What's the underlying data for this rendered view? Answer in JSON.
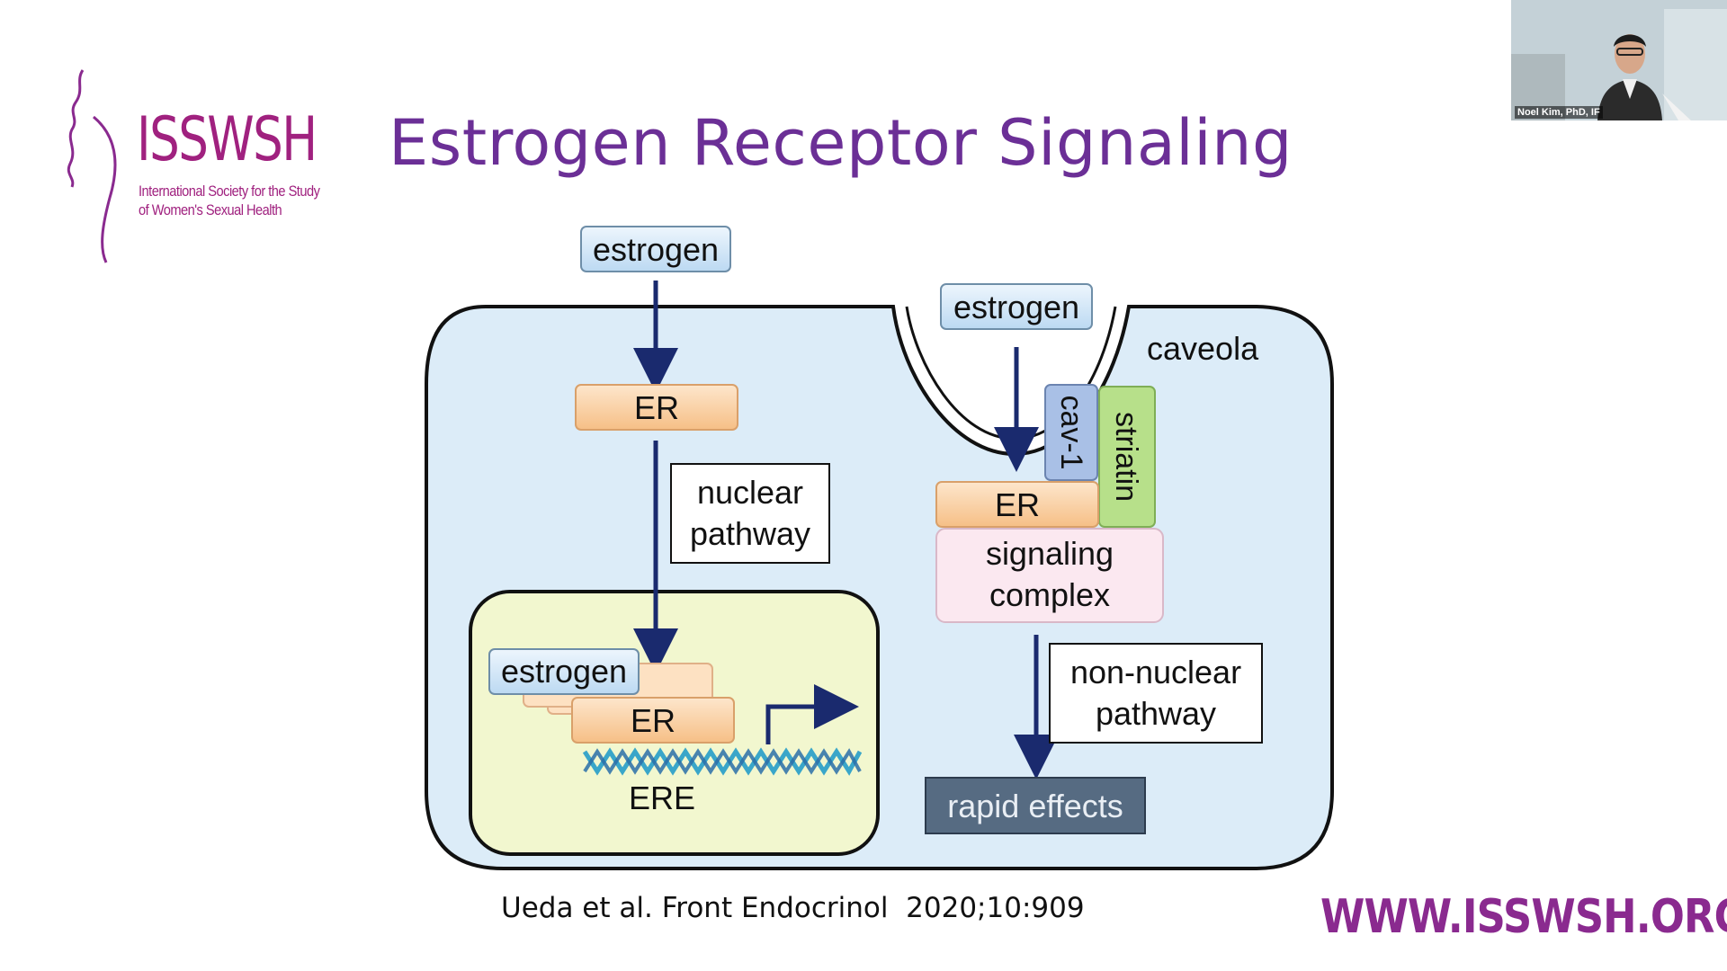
{
  "slide": {
    "title": "Estrogen Receptor Signaling",
    "citation": "Ueda et al. Front Endocrinol  2020;10:909",
    "website": "WWW.ISSWSH.ORG"
  },
  "logo": {
    "name": "ISSWSH",
    "subtitle_line1": "International Society for the Study",
    "subtitle_line2": "of Women's Sexual Health"
  },
  "webcam": {
    "participant": "Noel Kim, PhD, IF"
  },
  "diagram": {
    "nuclear": {
      "estrogen_top": "estrogen",
      "er_top": "ER",
      "pathway_line1": "nuclear",
      "pathway_line2": "pathway",
      "estrogen_nucleus": "estrogen",
      "er_nucleus": "ER",
      "ere": "ERE"
    },
    "non_nuclear": {
      "estrogen": "estrogen",
      "caveola": "caveola",
      "cav1": "cav-1",
      "striatin": "striatin",
      "er": "ER",
      "complex_line1": "signaling",
      "complex_line2": "complex",
      "pathway_line1": "non-nuclear",
      "pathway_line2": "pathway",
      "rapid_effects": "rapid effects"
    }
  },
  "colors": {
    "title": "#6b2f96",
    "brand": "#a0217f",
    "cell_fill": "#dcecf8",
    "nucleus_fill": "#f2f7cf",
    "er_fill": "#f8c690",
    "estrogen_fill": "#d6e9f8",
    "arrow": "#1a2a6e",
    "rapid_fill": "#566b82"
  }
}
